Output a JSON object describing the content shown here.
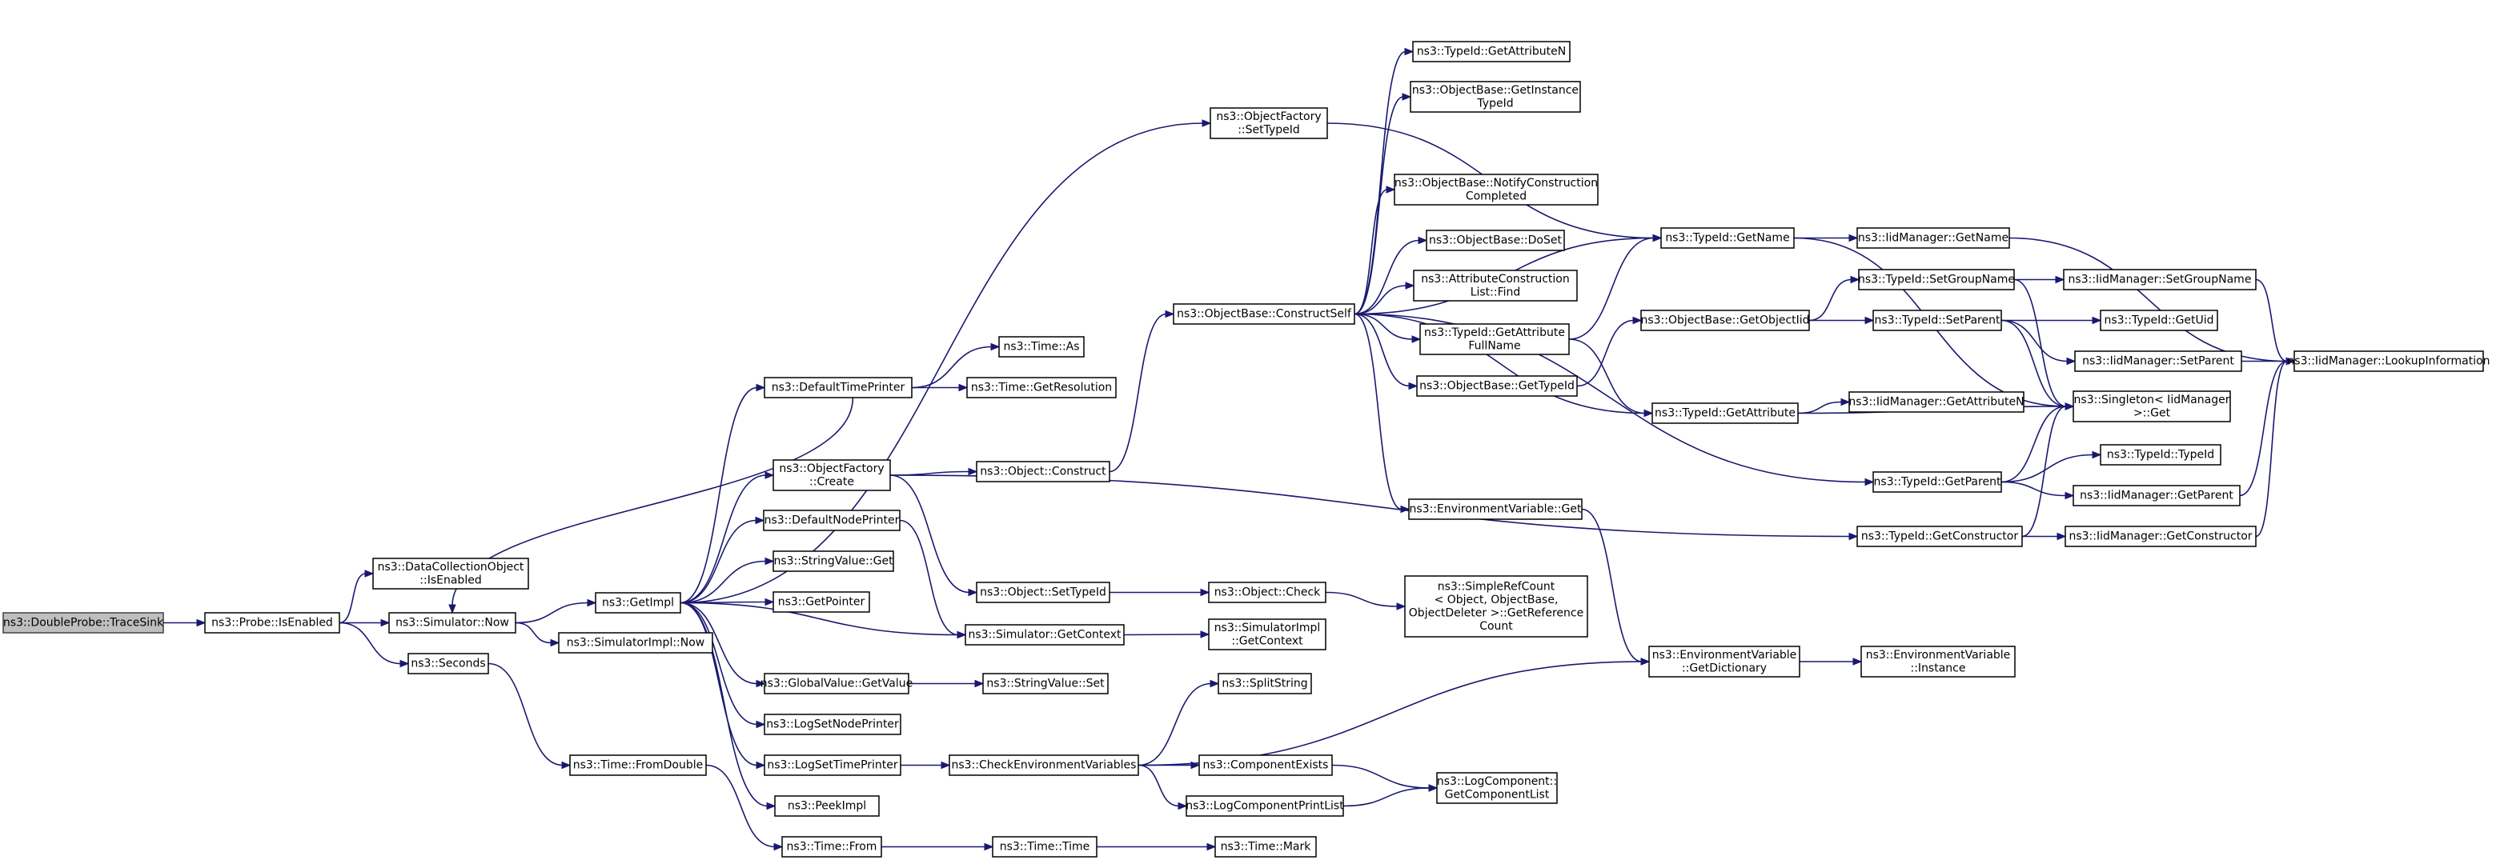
{
  "diagram": {
    "type": "call-graph",
    "colors": {
      "edge": "#191970",
      "node_border": "#000000",
      "root_fill": "#bfbfbf",
      "node_fill": "#ffffff"
    },
    "nodes": [
      {
        "id": "n0",
        "lines": [
          "ns3::DoubleProbe::TraceSink"
        ]
      },
      {
        "id": "n1",
        "lines": [
          "ns3::Probe::IsEnabled"
        ]
      },
      {
        "id": "n2",
        "lines": [
          "ns3::DataCollectionObject",
          "::IsEnabled"
        ]
      },
      {
        "id": "n3",
        "lines": [
          "ns3::Simulator::Now"
        ]
      },
      {
        "id": "n4",
        "lines": [
          "ns3::Seconds"
        ]
      },
      {
        "id": "n5",
        "lines": [
          "ns3::GetImpl"
        ]
      },
      {
        "id": "n6",
        "lines": [
          "ns3::SimulatorImpl::Now"
        ]
      },
      {
        "id": "n7",
        "lines": [
          "ns3::DefaultTimePrinter"
        ]
      },
      {
        "id": "n8",
        "lines": [
          "ns3::ObjectFactory",
          "::Create"
        ]
      },
      {
        "id": "n9",
        "lines": [
          "ns3::DefaultNodePrinter"
        ]
      },
      {
        "id": "n10",
        "lines": [
          "ns3::StringValue::Get"
        ]
      },
      {
        "id": "n11",
        "lines": [
          "ns3::GetPointer"
        ]
      },
      {
        "id": "n12",
        "lines": [
          "ns3::GlobalValue::GetValue"
        ]
      },
      {
        "id": "n13",
        "lines": [
          "ns3::LogSetNodePrinter"
        ]
      },
      {
        "id": "n14",
        "lines": [
          "ns3::LogSetTimePrinter"
        ]
      },
      {
        "id": "n15",
        "lines": [
          "ns3::PeekImpl"
        ]
      },
      {
        "id": "n16",
        "lines": [
          "ns3::Time::FromDouble"
        ]
      },
      {
        "id": "n17",
        "lines": [
          "ns3::Time::From"
        ]
      },
      {
        "id": "n18",
        "lines": [
          "ns3::Time::As"
        ]
      },
      {
        "id": "n19",
        "lines": [
          "ns3::Time::GetResolution"
        ]
      },
      {
        "id": "n20",
        "lines": [
          "ns3::Object::Construct"
        ]
      },
      {
        "id": "n21",
        "lines": [
          "ns3::Object::SetTypeId"
        ]
      },
      {
        "id": "n22",
        "lines": [
          "ns3::Simulator::GetContext"
        ]
      },
      {
        "id": "n23",
        "lines": [
          "ns3::StringValue::Set"
        ]
      },
      {
        "id": "n24",
        "lines": [
          "ns3::CheckEnvironmentVariables"
        ]
      },
      {
        "id": "n25",
        "lines": [
          "ns3::Time::Time"
        ]
      },
      {
        "id": "n26",
        "lines": [
          "ns3::ObjectFactory",
          "::SetTypeId"
        ]
      },
      {
        "id": "n27",
        "lines": [
          "ns3::ObjectBase::ConstructSelf"
        ]
      },
      {
        "id": "n28",
        "lines": [
          "ns3::Object::Check"
        ]
      },
      {
        "id": "n29",
        "lines": [
          "ns3::SimulatorImpl",
          "::GetContext"
        ]
      },
      {
        "id": "n30",
        "lines": [
          "ns3::SplitString"
        ]
      },
      {
        "id": "n31",
        "lines": [
          "ns3::ComponentExists"
        ]
      },
      {
        "id": "n32",
        "lines": [
          "ns3::LogComponentPrintList"
        ]
      },
      {
        "id": "n33",
        "lines": [
          "ns3::Time::Mark"
        ]
      },
      {
        "id": "n34",
        "lines": [
          "ns3::TypeId::GetAttributeN"
        ]
      },
      {
        "id": "n35",
        "lines": [
          "ns3::ObjectBase::GetInstance",
          "TypeId"
        ]
      },
      {
        "id": "n36",
        "lines": [
          "ns3::ObjectBase::NotifyConstruction",
          "Completed"
        ]
      },
      {
        "id": "n37",
        "lines": [
          "ns3::ObjectBase::DoSet"
        ]
      },
      {
        "id": "n38",
        "lines": [
          "ns3::AttributeConstruction",
          "List::Find"
        ]
      },
      {
        "id": "n39",
        "lines": [
          "ns3::TypeId::GetAttribute",
          "FullName"
        ]
      },
      {
        "id": "n40",
        "lines": [
          "ns3::ObjectBase::GetTypeId"
        ]
      },
      {
        "id": "n41",
        "lines": [
          "ns3::EnvironmentVariable::Get"
        ]
      },
      {
        "id": "n42",
        "lines": [
          "ns3::SimpleRefCount",
          "< Object, ObjectBase,",
          "ObjectDeleter >::GetReference",
          "Count"
        ]
      },
      {
        "id": "n43",
        "lines": [
          "ns3::LogComponent::",
          "GetComponentList"
        ]
      },
      {
        "id": "n44",
        "lines": [
          "ns3::TypeId::GetName"
        ]
      },
      {
        "id": "n45",
        "lines": [
          "ns3::ObjectBase::GetObjectIid"
        ]
      },
      {
        "id": "n46",
        "lines": [
          "ns3::TypeId::GetAttribute"
        ]
      },
      {
        "id": "n47",
        "lines": [
          "ns3::EnvironmentVariable",
          "::GetDictionary"
        ]
      },
      {
        "id": "n48",
        "lines": [
          "ns3::IidManager::GetName"
        ]
      },
      {
        "id": "n49",
        "lines": [
          "ns3::TypeId::SetGroupName"
        ]
      },
      {
        "id": "n50",
        "lines": [
          "ns3::TypeId::SetParent"
        ]
      },
      {
        "id": "n51",
        "lines": [
          "ns3::IidManager::GetAttributeN"
        ]
      },
      {
        "id": "n52",
        "lines": [
          "ns3::TypeId::GetParent"
        ]
      },
      {
        "id": "n53",
        "lines": [
          "ns3::TypeId::GetConstructor"
        ]
      },
      {
        "id": "n54",
        "lines": [
          "ns3::EnvironmentVariable",
          "::Instance"
        ]
      },
      {
        "id": "n55",
        "lines": [
          "ns3::IidManager::SetGroupName"
        ]
      },
      {
        "id": "n56",
        "lines": [
          "ns3::TypeId::GetUid"
        ]
      },
      {
        "id": "n57",
        "lines": [
          "ns3::IidManager::SetParent"
        ]
      },
      {
        "id": "n58",
        "lines": [
          "ns3::Singleton< IidManager",
          ">::Get"
        ]
      },
      {
        "id": "n59",
        "lines": [
          "ns3::TypeId::TypeId"
        ]
      },
      {
        "id": "n60",
        "lines": [
          "ns3::IidManager::GetParent"
        ]
      },
      {
        "id": "n61",
        "lines": [
          "ns3::IidManager::GetConstructor"
        ]
      },
      {
        "id": "n62",
        "lines": [
          "ns3::IidManager::LookupInformation"
        ]
      }
    ]
  }
}
